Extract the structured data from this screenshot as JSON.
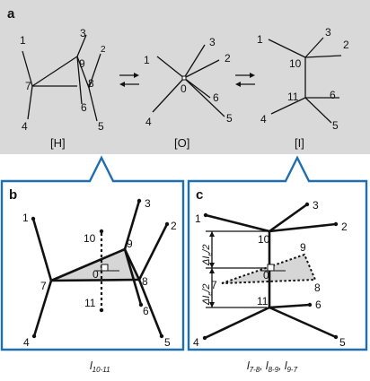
{
  "panels": {
    "a": {
      "letter": "a",
      "configs": [
        {
          "tag": "[H]",
          "atoms": [
            "1",
            "3",
            "2",
            "9",
            "7",
            "8",
            "4",
            "6",
            "5"
          ]
        },
        {
          "tag": "[O]",
          "atoms": [
            "1",
            "3",
            "2",
            "0",
            "6",
            "4",
            "5"
          ]
        },
        {
          "tag": "[I]",
          "atoms": [
            "1",
            "3",
            "2",
            "10",
            "11",
            "6",
            "4",
            "5"
          ]
        }
      ]
    },
    "b": {
      "letter": "b",
      "atoms": [
        "1",
        "3",
        "10",
        "9",
        "2",
        "0",
        "7",
        "8",
        "11",
        "6",
        "4",
        "5"
      ],
      "caption": {
        "base": "l",
        "sub": "10-11"
      }
    },
    "c": {
      "letter": "c",
      "atoms": [
        "1",
        "3",
        "10",
        "2",
        "9",
        "7",
        "0",
        "8",
        "11",
        "6",
        "4",
        "5"
      ],
      "dim_upper": "ΔI",
      "dim_upper_sub": "e",
      "dim_upper_tail": "/2",
      "dim_lower": "ΔI",
      "dim_lower_sub": "e",
      "dim_lower_tail": "/2",
      "caption": [
        {
          "base": "l",
          "sub": "7-8"
        },
        {
          "base": "l",
          "sub": "8-9"
        },
        {
          "base": "l",
          "sub": "9-7"
        }
      ]
    }
  },
  "colors": {
    "panel_a_bg": "#d9d9d9",
    "frame": "#1f6fb0",
    "triangle_fill": "#d6d6d6"
  }
}
